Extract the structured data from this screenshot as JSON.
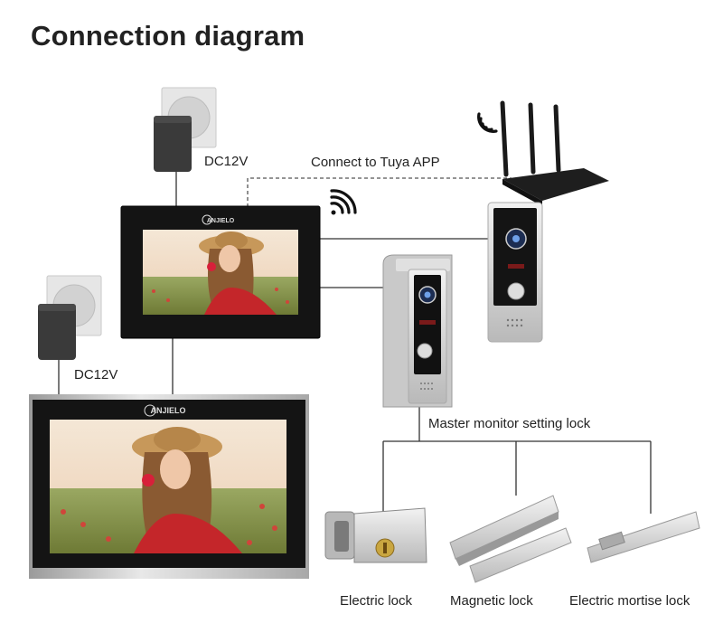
{
  "title": "Connection diagram",
  "labels": {
    "dc_top": "DC12V",
    "dc_bottom": "DC12V",
    "tuya": "Connect to Tuya APP",
    "setting_lock": "Master monitor setting lock",
    "electric_lock": "Electric lock",
    "magnetic_lock": "Magnetic lock",
    "mortise_lock": "Electric mortise lock"
  },
  "brand": "ANJIELO",
  "colors": {
    "line": "#333333",
    "monitor_frame": "#151515",
    "silver": "#c8c8c8",
    "accent_red": "#c8281e"
  }
}
